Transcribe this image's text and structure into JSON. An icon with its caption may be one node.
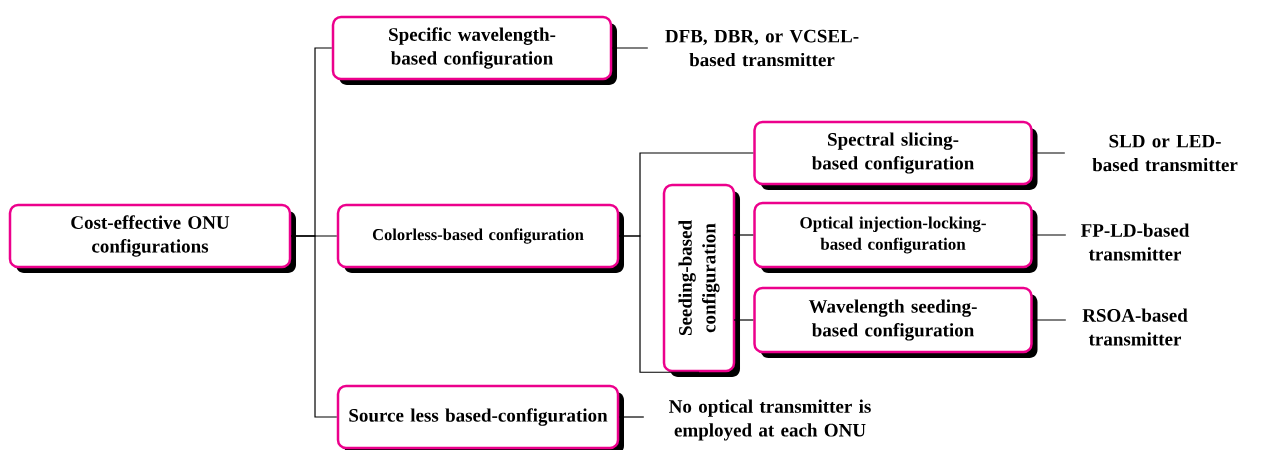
{
  "diagram": {
    "nodes": [
      {
        "text": [
          "Cost-effective ONU configurations"
        ]
      },
      {
        "text": [
          "Specific wavelength-based configuration"
        ]
      },
      {
        "text": [
          "Colorless-based configuration"
        ]
      },
      {
        "text": [
          "Source less based-configuration"
        ]
      },
      {
        "text": [
          "Spectral slicing-based configuration"
        ]
      },
      {
        "text": [
          "Seeding-based configuration"
        ]
      },
      {
        "text": [
          "Optical injection-locking-based configuration"
        ]
      },
      {
        "text": [
          "Wavelength seeding-based configuration"
        ]
      },
      {
        "text": [
          "DFB, DBR, or VCSEL-based transmitter"
        ]
      },
      {
        "text": [
          "SLD or LED-based transmitter"
        ]
      },
      {
        "text": [
          "FP-LD-based transmitter"
        ]
      },
      {
        "text": [
          "RSOA-based transmitter"
        ]
      },
      {
        "text": [
          "No optical transmitter is employed at each ONU"
        ]
      }
    ],
    "edges": [
      {
        "from": 0,
        "to": 1,
        "arrow": "none"
      },
      {
        "from": 0,
        "to": 2,
        "arrow": "none"
      },
      {
        "from": 0,
        "to": 3,
        "arrow": "none"
      },
      {
        "from": 2,
        "to": 4,
        "arrow": "none"
      },
      {
        "from": 2,
        "to": 5,
        "arrow": "none"
      },
      {
        "from": 5,
        "to": 6,
        "arrow": "none"
      },
      {
        "from": 5,
        "to": 7,
        "arrow": "none"
      },
      {
        "from": 1,
        "to": 8,
        "arrow": "none"
      },
      {
        "from": 4,
        "to": 9,
        "arrow": "none"
      },
      {
        "from": 6,
        "to": 10,
        "arrow": "none"
      },
      {
        "from": 7,
        "to": 11,
        "arrow": "none"
      },
      {
        "from": 3,
        "to": 12,
        "arrow": "none"
      }
    ]
  }
}
